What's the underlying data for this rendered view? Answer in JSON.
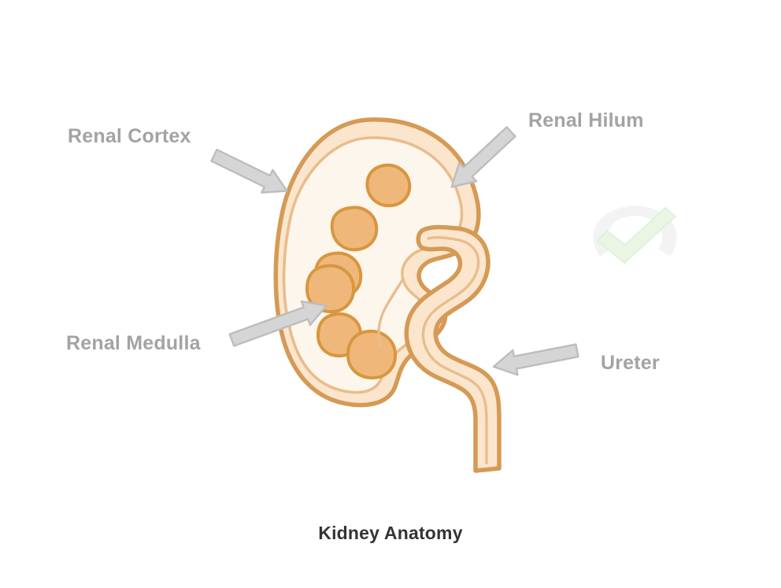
{
  "figure": {
    "title": "Kidney Anatomy",
    "background_color": "#ffffff"
  },
  "labels": [
    {
      "id": "renal-cortex",
      "text": "Renal Cortex"
    },
    {
      "id": "renal-hilum",
      "text": "Renal Hilum"
    },
    {
      "id": "renal-medulla",
      "text": "Renal Medulla"
    },
    {
      "id": "ureter",
      "text": "Ureter"
    }
  ],
  "arrows": [
    {
      "id": "arrow-renal-cortex",
      "points_to": "renal-cortex",
      "direction": "down-right"
    },
    {
      "id": "arrow-renal-hilum",
      "points_to": "renal-hilum",
      "direction": "down-left"
    },
    {
      "id": "arrow-renal-medulla",
      "points_to": "renal-medulla",
      "direction": "up-right"
    },
    {
      "id": "arrow-ureter",
      "points_to": "ureter",
      "direction": "left"
    }
  ],
  "badge": {
    "id": "verified-check-badge",
    "icon": "check-badge-icon",
    "check_color": "#d6ecc9",
    "ring_color": "#e8e8e8"
  },
  "colors": {
    "outline": "#d59a55",
    "inner_outline": "#e3b987",
    "cortex_fill": "#fbe6cd",
    "medulla_fill": "#fdf6ec",
    "pyramid_fill": "#efb87a",
    "pyramid_stroke": "#d8963f",
    "arrow_fill": "#d5d5d5",
    "arrow_stroke": "#bdbdbd",
    "label_text": "#a3a3a3",
    "title_text": "#343434"
  },
  "anatomy_parts": [
    {
      "name": "renal-cortex",
      "description": "outer band of the kidney"
    },
    {
      "name": "renal-medulla",
      "description": "inner region containing renal pyramids"
    },
    {
      "name": "renal-pyramid",
      "count": 6
    },
    {
      "name": "renal-hilum",
      "description": "indentation where vessels and ureter enter"
    },
    {
      "name": "renal-pelvis",
      "description": "funnel collecting urine"
    },
    {
      "name": "ureter",
      "description": "tube descending from the renal pelvis"
    }
  ]
}
